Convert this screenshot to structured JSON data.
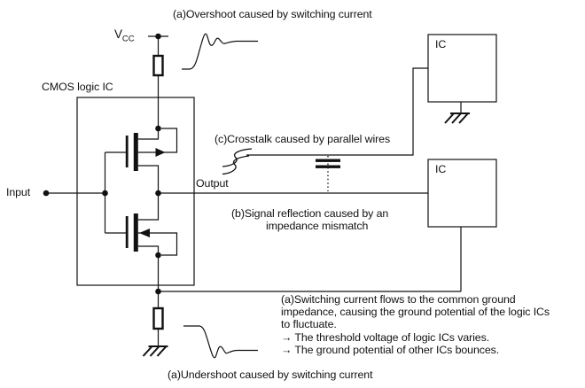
{
  "colors": {
    "ink": "#111111",
    "background": "#ffffff"
  },
  "labels": {
    "vcc_main": "V",
    "vcc_sub": "CC",
    "input": "Input",
    "output": "Output",
    "cmos_box": "CMOS logic IC",
    "ic_top": "IC",
    "ic_bottom": "IC"
  },
  "captions": {
    "overshoot": "(a)Overshoot caused by switching current",
    "crosstalk": "(c)Crosstalk caused by parallel wires",
    "reflection_line1": "(b)Signal reflection caused by an",
    "reflection_line2": "impedance mismatch",
    "ground_note_lines": [
      "(a)Switching current flows to the common ground",
      "impedance, causing the ground potential of the logic ICs",
      "to fluctuate.",
      "→ The threshold voltage of logic ICs varies.",
      "→ The ground potential of other ICs bounces."
    ],
    "undershoot": "(a)Undershoot caused by switching current"
  },
  "icons": {
    "overshoot_waveform": "overshoot-waveform-icon",
    "undershoot_waveform": "undershoot-waveform-icon",
    "crosstalk_noise": "crosstalk-noise-icon",
    "parasitic_capacitor": "parasitic-capacitor-icon",
    "ground_symbols": "chassis-ground-icon"
  }
}
